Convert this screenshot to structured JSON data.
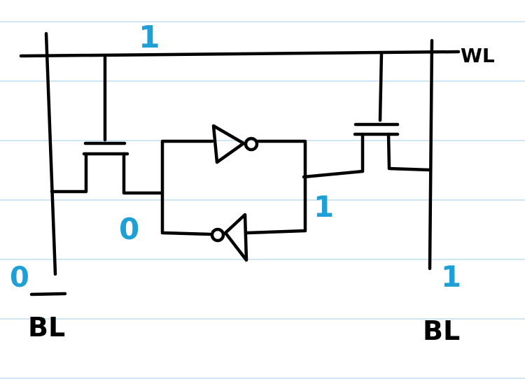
{
  "labels": {
    "word_line": "WL",
    "bit_line": "BL",
    "bit_line_bar": "BL",
    "word_line_value": "1",
    "left_node_value": "0",
    "right_node_value": "1",
    "bit_line_bar_value": "0",
    "bit_line_value": "1"
  },
  "colors": {
    "ink": "#000000",
    "annotation": "#1e9fd6",
    "ruled_lines": "#cfe6f6",
    "background": "#ffffff"
  }
}
